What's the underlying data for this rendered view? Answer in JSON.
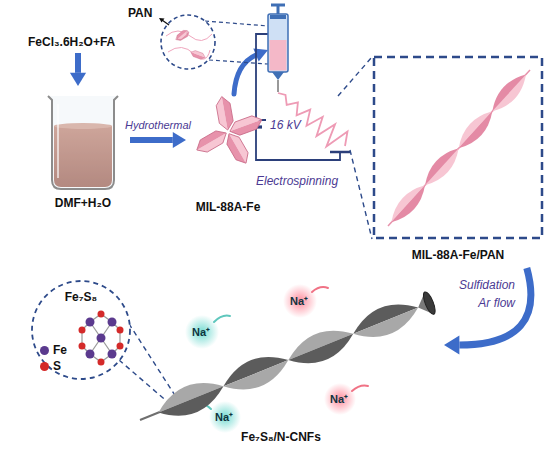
{
  "diagram": {
    "nodes": [
      {
        "text": [
          "FeCl₃.6H₂O+FA"
        ]
      },
      {
        "text": [
          "DMF+H₂O"
        ]
      },
      {
        "text": [
          "MIL-88A-Fe"
        ]
      },
      {
        "text": [
          "PAN"
        ]
      },
      {
        "text": [
          "MIL-88A-Fe/PAN"
        ]
      },
      {
        "text": [
          "Fe₇S₈"
        ]
      },
      {
        "text": [
          "Fe₇S₈/N-CNFs"
        ]
      }
    ],
    "edges": [
      {
        "from": 0,
        "to": 1,
        "arrow": "to"
      },
      {
        "from": 1,
        "to": 2,
        "label": "Hydrothermal",
        "arrow": "to"
      },
      {
        "from": 4,
        "to": 6,
        "label": "Sulfidation",
        "arrow": "to"
      }
    ],
    "labels": [
      "16 kV",
      "Electrospinning",
      "Ar flow",
      "Na⁺",
      "Na⁺",
      "Na⁺",
      "Na⁺"
    ],
    "legend": [
      {
        "text": "Fe",
        "color": "#5b3a8e"
      },
      {
        "text": "S",
        "color": "#d42a2a"
      }
    ]
  }
}
